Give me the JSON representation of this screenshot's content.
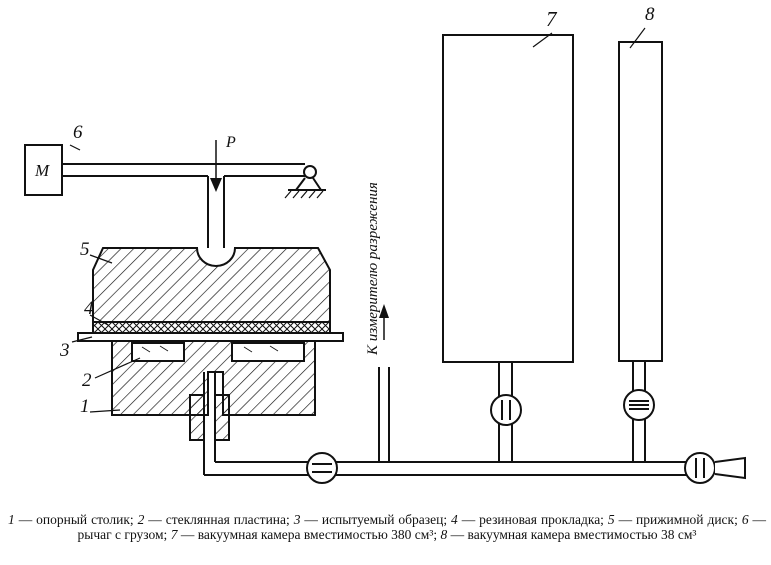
{
  "labels": {
    "n1": "1",
    "n2": "2",
    "n3": "3",
    "n4": "4",
    "n5": "5",
    "n6": "6",
    "n7": "7",
    "n8": "8",
    "motor": "M",
    "force": "P",
    "vacuum_gauge_note": "К измерителю разрежения"
  },
  "caption": {
    "parts": [
      {
        "num": "1",
        "text": " — опорный столик; "
      },
      {
        "num": "2",
        "text": " — стеклянная пластина; "
      },
      {
        "num": "3",
        "text": " — испытуемый образец; "
      },
      {
        "num": "4",
        "text": " — резиновая прокладка; "
      },
      {
        "num": "5",
        "text": " — прижимной диск; "
      },
      {
        "num": "6",
        "text": " — рычаг с грузом; "
      },
      {
        "num": "7",
        "text": " — вакуумная камера вместимостью 380 см³; "
      },
      {
        "num": "8",
        "text": " — вакуумная камера вместимостью 38 см³"
      }
    ]
  }
}
